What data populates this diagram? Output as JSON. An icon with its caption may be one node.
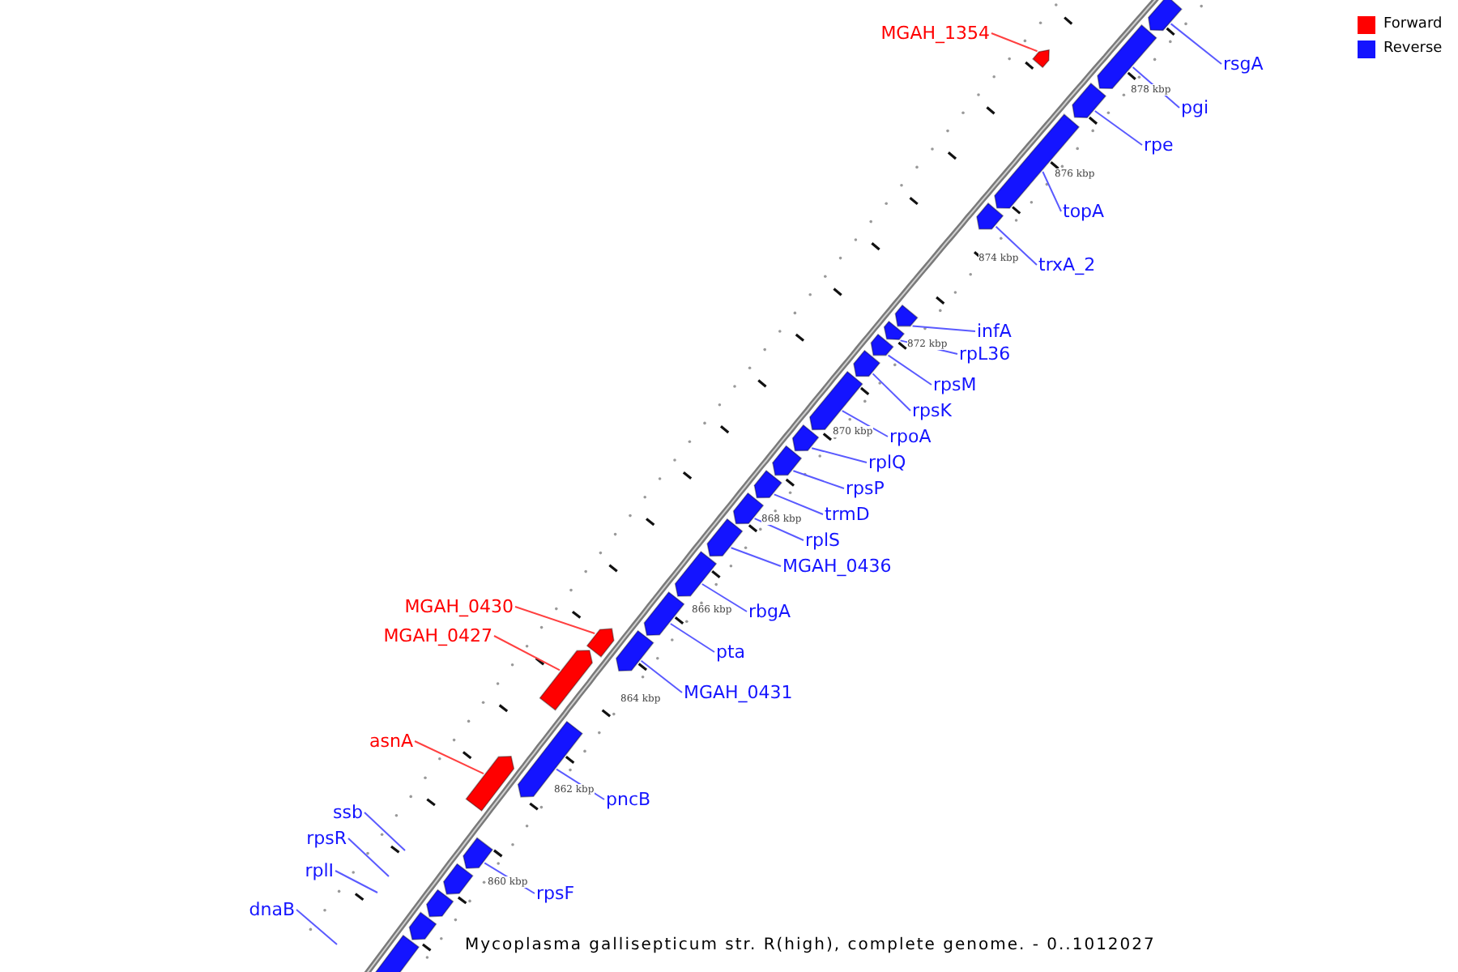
{
  "diagram": {
    "caption": "Mycoplasma gallisepticum str. R(high), complete genome. - 0..1012027",
    "nodes": [
      {
        "text": [
          "MGAH_1354"
        ]
      },
      {
        "text": [
          "rsgA"
        ]
      },
      {
        "text": [
          "pgi"
        ]
      },
      {
        "text": [
          "rpe"
        ]
      },
      {
        "text": [
          "topA"
        ]
      },
      {
        "text": [
          "trxA_2"
        ]
      },
      {
        "text": [
          "infA"
        ]
      },
      {
        "text": [
          "rpL36"
        ]
      },
      {
        "text": [
          "rpsM"
        ]
      },
      {
        "text": [
          "rpsK"
        ]
      },
      {
        "text": [
          "rpoA"
        ]
      },
      {
        "text": [
          "rplQ"
        ]
      },
      {
        "text": [
          "rpsP"
        ]
      },
      {
        "text": [
          "trmD"
        ]
      },
      {
        "text": [
          "rplS"
        ]
      },
      {
        "text": [
          "MGAH_0436"
        ]
      },
      {
        "text": [
          "MGAH_0430"
        ]
      },
      {
        "text": [
          "rbgA"
        ]
      },
      {
        "text": [
          "MGAH_0427"
        ]
      },
      {
        "text": [
          "pta"
        ]
      },
      {
        "text": [
          "MGAH_0431"
        ]
      },
      {
        "text": [
          "asnA"
        ]
      },
      {
        "text": [
          "pncB"
        ]
      },
      {
        "text": [
          "ssb"
        ]
      },
      {
        "text": [
          "rpsR"
        ]
      },
      {
        "text": [
          "rplI"
        ]
      },
      {
        "text": [
          "rpsF"
        ]
      },
      {
        "text": [
          "dnaB"
        ]
      },
      {
        "text": [],
        "shape": "arrow"
      },
      {
        "text": [],
        "shape": "arrow"
      },
      {
        "text": [],
        "shape": "arrow"
      },
      {
        "text": [],
        "shape": "arrow"
      },
      {
        "text": [],
        "shape": "arrow"
      },
      {
        "text": [],
        "shape": "arrow"
      },
      {
        "text": [],
        "shape": "arrow"
      },
      {
        "text": [],
        "shape": "arrow"
      },
      {
        "text": [],
        "shape": "arrow"
      },
      {
        "text": [],
        "shape": "arrow"
      },
      {
        "text": [],
        "shape": "arrow"
      },
      {
        "text": [],
        "shape": "arrow"
      },
      {
        "text": [],
        "shape": "arrow"
      },
      {
        "text": [],
        "shape": "arrow"
      },
      {
        "text": [],
        "shape": "arrow"
      },
      {
        "text": [],
        "shape": "arrow"
      },
      {
        "text": [],
        "shape": "arrow"
      },
      {
        "text": [],
        "shape": "arrow"
      },
      {
        "text": [],
        "shape": "arrow"
      },
      {
        "text": [],
        "shape": "arrow"
      },
      {
        "text": [],
        "shape": "arrow"
      },
      {
        "text": [],
        "shape": "arrow"
      },
      {
        "text": [],
        "shape": "arrow"
      },
      {
        "text": [],
        "shape": "arrow"
      },
      {
        "text": [],
        "shape": "arrow"
      },
      {
        "text": [],
        "shape": "arrow"
      },
      {
        "text": [],
        "shape": "arrow"
      },
      {
        "text": [],
        "shape": "arrow"
      }
    ],
    "edges": [
      {
        "from": 0,
        "to": 30,
        "arrow": "none",
        "color": "#ff4040"
      },
      {
        "from": 1,
        "to": 28,
        "arrow": "none"
      },
      {
        "from": 2,
        "to": 29,
        "arrow": "none"
      },
      {
        "from": 3,
        "to": 31,
        "arrow": "none"
      },
      {
        "from": 4,
        "to": 32,
        "arrow": "none"
      },
      {
        "from": 5,
        "to": 33,
        "arrow": "none"
      },
      {
        "from": 6,
        "to": 34,
        "arrow": "none"
      },
      {
        "from": 7,
        "to": 35,
        "arrow": "none"
      },
      {
        "from": 8,
        "to": 36,
        "arrow": "none"
      },
      {
        "from": 9,
        "to": 37,
        "arrow": "none"
      },
      {
        "from": 10,
        "to": 38,
        "arrow": "none"
      },
      {
        "from": 11,
        "to": 39,
        "arrow": "none"
      },
      {
        "from": 12,
        "to": 40,
        "arrow": "none"
      },
      {
        "from": 13,
        "to": 41,
        "arrow": "none"
      },
      {
        "from": 14,
        "to": 42,
        "arrow": "none"
      },
      {
        "from": 15,
        "to": 43,
        "arrow": "none"
      },
      {
        "from": 16,
        "to": 47,
        "arrow": "none",
        "color": "#ff4040"
      },
      {
        "from": 17,
        "to": 44,
        "arrow": "none"
      },
      {
        "from": 18,
        "to": 48,
        "arrow": "none",
        "color": "#ff4040"
      },
      {
        "from": 19,
        "to": 45,
        "arrow": "none"
      },
      {
        "from": 20,
        "to": 46,
        "arrow": "none"
      },
      {
        "from": 21,
        "to": 50,
        "arrow": "none",
        "color": "#ff4040"
      },
      {
        "from": 22,
        "to": 49,
        "arrow": "none"
      },
      {
        "from": 23,
        "to": null,
        "arrow": "none"
      },
      {
        "from": 24,
        "to": null,
        "arrow": "none"
      },
      {
        "from": 25,
        "to": null,
        "arrow": "none"
      },
      {
        "from": 26,
        "to": 51,
        "arrow": "none"
      },
      {
        "from": 27,
        "to": null,
        "arrow": "none"
      }
    ],
    "labels": [
      "878 kbp",
      "876 kbp",
      "874 kbp",
      "872 kbp",
      "870 kbp",
      "868 kbp",
      "866 kbp",
      "864 kbp",
      "862 kbp",
      "860 kbp"
    ],
    "legend": [
      {
        "text": "Forward",
        "color": "#ff0000"
      },
      {
        "text": "Reverse",
        "color": "#1414ff"
      }
    ]
  }
}
